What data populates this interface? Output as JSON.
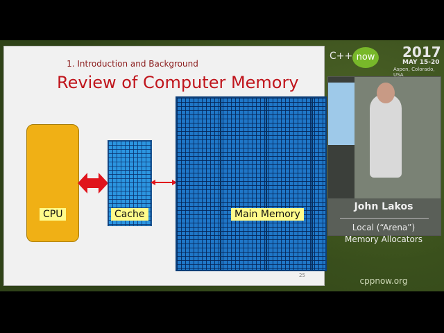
{
  "slide": {
    "section": "1. Introduction and Background",
    "title": "Review of Computer Memory",
    "cpu_label": "CPU",
    "cache_label": "Cache",
    "memory_label": "Main Memory",
    "page_number": "25"
  },
  "branding": {
    "cpp": "C++",
    "now": "now",
    "year": "2017",
    "dates": "MAY 15-20",
    "location": "Aspen, Colorado, USA",
    "site": "cppnow.org"
  },
  "speaker": {
    "name": "John Lakos",
    "talk_line1": "Local (“Arena”)",
    "talk_line2": "Memory Allocators"
  },
  "colors": {
    "title_red": "#c0151c",
    "cpu_orange": "#f0b015",
    "cache_blue": "#2b95e0",
    "memory_blue": "#1f77c8",
    "arrow_red": "#e0141c"
  }
}
